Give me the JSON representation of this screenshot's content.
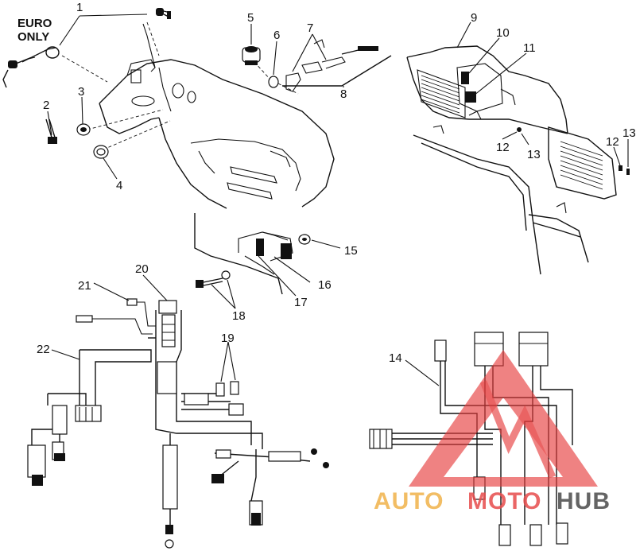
{
  "diagram": {
    "note": [
      "EURO",
      "ONLY"
    ],
    "callouts": [
      "1",
      "2",
      "3",
      "4",
      "5",
      "6",
      "7",
      "8",
      "9",
      "10",
      "11",
      "12",
      "13",
      "12",
      "13",
      "14",
      "15",
      "16",
      "17",
      "18",
      "19",
      "20",
      "21",
      "22"
    ]
  },
  "watermark": {
    "word_1": "AUTO",
    "word_2": "MOTO",
    "word_3": "HUB",
    "colors": {
      "auto": "#f0b24a",
      "moto": "#e74c4c",
      "hub": "#4a4a4a",
      "triangle": "#e53c3c"
    }
  }
}
